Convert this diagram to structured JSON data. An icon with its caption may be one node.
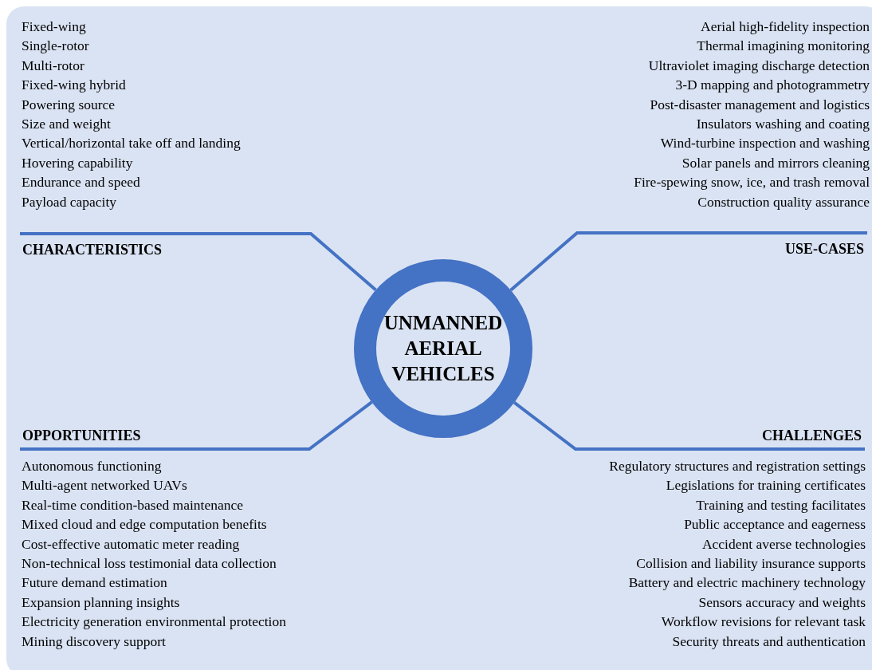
{
  "diagram": {
    "nodes": [
      {
        "text": [
          "UNMANNED AERIAL VEHICLES"
        ]
      },
      {
        "text": [
          "CHARACTERISTICS"
        ],
        "beside": [
          "Fixed-wing",
          "Single-rotor",
          "Multi-rotor",
          "Fixed-wing hybrid",
          "Powering source",
          "Size and weight",
          "Vertical/horizontal take off and landing",
          "Hovering capability",
          "Endurance and speed",
          "Payload capacity"
        ]
      },
      {
        "text": [
          "USE-CASES"
        ],
        "beside": [
          "Aerial high-fidelity inspection",
          "Thermal imagining monitoring",
          "Ultraviolet imaging discharge detection",
          "3-D mapping and photogrammetry",
          "Post-disaster management and logistics",
          "Insulators washing and coating",
          "Wind-turbine inspection and washing",
          "Solar panels and mirrors cleaning",
          "Fire-spewing snow, ice, and trash removal",
          "Construction quality assurance"
        ]
      },
      {
        "text": [
          "OPPORTUNITIES"
        ],
        "beside": [
          "Autonomous functioning",
          "Multi-agent networked UAVs",
          "Real-time condition-based maintenance",
          "Mixed cloud and edge computation benefits",
          "Cost-effective automatic meter reading",
          "Non-technical loss testimonial data collection",
          "Future demand estimation",
          "Expansion planning insights",
          "Electricity generation environmental protection",
          "Mining discovery support"
        ]
      },
      {
        "text": [
          "CHALLENGES"
        ],
        "beside": [
          "Regulatory structures and registration settings",
          "Legislations for training certificates",
          "Training and testing facilitates",
          "Public acceptance and eagerness",
          "Accident averse technologies",
          "Collision and liability insurance supports",
          "Battery and electric machinery technology",
          "Sensors accuracy and weights",
          "Workflow revisions for relevant task",
          "Security threats and authentication"
        ]
      }
    ],
    "edges": [
      {
        "from": 0,
        "to": 1,
        "arrow": "none"
      },
      {
        "from": 0,
        "to": 2,
        "arrow": "none"
      },
      {
        "from": 0,
        "to": 3,
        "arrow": "none"
      },
      {
        "from": 0,
        "to": 4,
        "arrow": "none"
      }
    ]
  }
}
